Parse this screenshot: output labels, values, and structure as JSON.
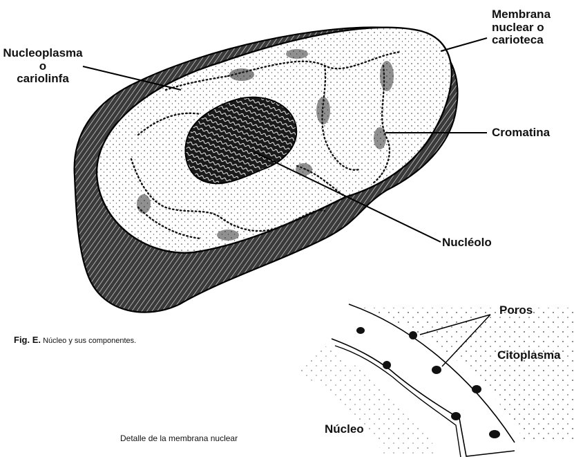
{
  "labels": {
    "nucleoplasma_line1": "Nucleoplasma",
    "nucleoplasma_line2": "o",
    "nucleoplasma_line3": "cariolinfa",
    "membrana_line1": "Membrana",
    "membrana_line2": "nuclear o",
    "membrana_line3": "carioteca",
    "cromatina": "Cromatina",
    "nucleolo": "Nucléolo",
    "poros": "Poros",
    "citoplasma": "Citoplasma",
    "nucleo": "Núcleo"
  },
  "captions": {
    "fig_prefix": "Fig. E.",
    "fig_text": "Núcleo y sus componentes.",
    "detail": "Detalle de la membrana nuclear"
  },
  "colors": {
    "ink": "#111111",
    "paper": "#ffffff"
  }
}
